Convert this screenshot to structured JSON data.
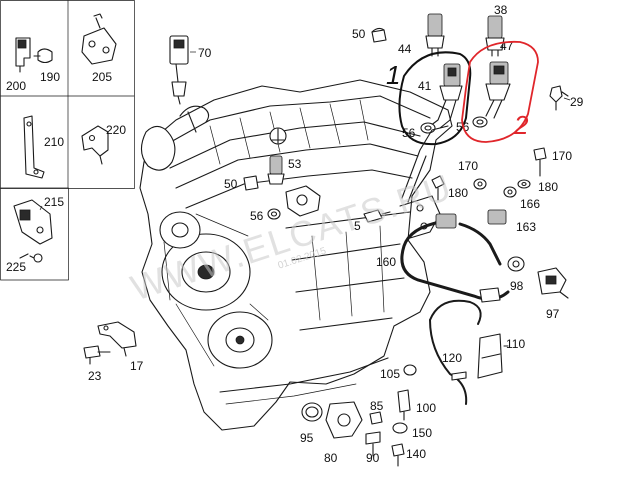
{
  "watermark": {
    "text": "WWW.ELCATS.RU",
    "date": "01.02.2015"
  },
  "annotations": {
    "group_1": {
      "label": "1",
      "color": "#111111"
    },
    "group_2": {
      "label": "2",
      "color": "#e0262b"
    }
  },
  "inset_callouts": [
    "200",
    "190",
    "205",
    "210",
    "220",
    "215",
    "225"
  ],
  "callouts": {
    "c70": "70",
    "c50a": "50",
    "c44": "44",
    "c38": "38",
    "c47": "47",
    "c41": "41",
    "c56a": "56",
    "c56b": "56",
    "c29": "29",
    "c53": "53",
    "c50b": "50",
    "c56c": "56",
    "c5": "5",
    "c170a": "170",
    "c170b": "170",
    "c180a": "180",
    "c180b": "180",
    "c166": "166",
    "c163": "163",
    "c160": "160",
    "c98": "98",
    "c97": "97",
    "c110": "110",
    "c120": "120",
    "c105": "105",
    "c100": "100",
    "c85": "85",
    "c150": "150",
    "c140": "140",
    "c90": "90",
    "c95": "95",
    "c80": "80",
    "c23": "23",
    "c17": "17"
  }
}
